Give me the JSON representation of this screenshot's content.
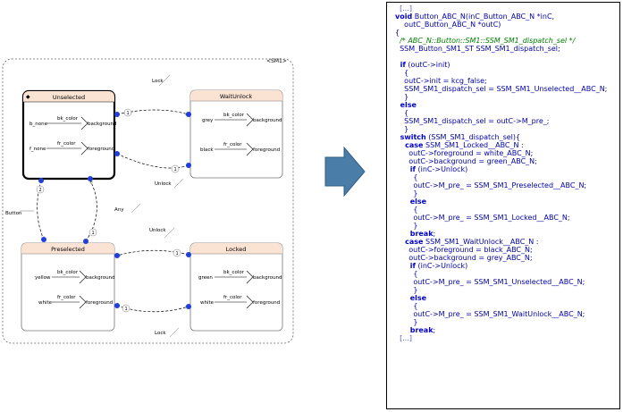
{
  "diagram": {
    "container_label": "<SM1>",
    "states": [
      {
        "name": "Unselected",
        "initial": true,
        "ports": [
          {
            "left": "b_none",
            "bus": "bk_color",
            "right": "background"
          },
          {
            "left": "f_none",
            "bus": "fr_color",
            "right": "foreground"
          }
        ]
      },
      {
        "name": "WaitUnlock",
        "ports": [
          {
            "left": "grey",
            "bus": "bk_color",
            "right": "background"
          },
          {
            "left": "black",
            "bus": "fr_color",
            "right": "foreground"
          }
        ]
      },
      {
        "name": "Preselected",
        "ports": [
          {
            "left": "yellow",
            "bus": "bk_color",
            "right": "background"
          },
          {
            "left": "white",
            "bus": "fr_color",
            "right": "foreground"
          }
        ]
      },
      {
        "name": "Locked",
        "ports": [
          {
            "left": "green",
            "bus": "bk_color",
            "right": "background"
          },
          {
            "left": "white",
            "bus": "fr_color",
            "right": "foreground"
          }
        ]
      }
    ],
    "transitions": [
      {
        "label": "Lock",
        "priority": "1"
      },
      {
        "label": "Unlock",
        "priority": "1"
      },
      {
        "label": "Button",
        "priority": "2"
      },
      {
        "label": "Any",
        "priority": "1"
      },
      {
        "label": "Unlock",
        "priority": "1"
      },
      {
        "label": "Lock",
        "priority": "1"
      }
    ]
  },
  "code_lines": [
    {
      "cls": "dim",
      "text": "  [...]"
    },
    {
      "cls": "",
      "kw": "void",
      "text": " Button_ABC_N(inC_Button_ABC_N *inC,"
    },
    {
      "cls": "",
      "text": "    outC_Button_ABC_N *outC)"
    },
    {
      "cls": "",
      "text": "{"
    },
    {
      "cls": "cm",
      "text": "  /* ABC_N::Button::SM1::SSM_SM1_dispatch_sel */"
    },
    {
      "cls": "",
      "text": "  SSM_Button_SM1_ST SSM_SM1_dispatch_sel;"
    },
    {
      "cls": "",
      "text": ""
    },
    {
      "cls": "",
      "kw": "  if",
      "text": " (outC->init)"
    },
    {
      "cls": "",
      "text": "    {"
    },
    {
      "cls": "",
      "text": "    outC->init = kcg_false;"
    },
    {
      "cls": "",
      "text": "    SSM_SM1_dispatch_sel = SSM_SM1_Unselected__ABC_N;"
    },
    {
      "cls": "",
      "text": "    }"
    },
    {
      "cls": "",
      "kw": "  else",
      "text": ""
    },
    {
      "cls": "",
      "text": "    {"
    },
    {
      "cls": "",
      "text": "    SSM_SM1_dispatch_sel = outC->M_pre_;"
    },
    {
      "cls": "",
      "text": "    }"
    },
    {
      "cls": "",
      "kw": "  switch",
      "text": " (SSM_SM1_dispatch_sel){"
    },
    {
      "cls": "",
      "kw": "    case",
      "text": " SSM_SM1_Locked__ABC_N :"
    },
    {
      "cls": "",
      "text": "      outC->foreground = white_ABC_N;"
    },
    {
      "cls": "",
      "text": "      outC->background = green_ABC_N;"
    },
    {
      "cls": "",
      "kw": "      if",
      "text": " (inC->Unlock)"
    },
    {
      "cls": "",
      "text": "        {"
    },
    {
      "cls": "",
      "text": "        outC->M_pre_ = SSM_SM1_Preselected__ABC_N;"
    },
    {
      "cls": "",
      "text": "        }"
    },
    {
      "cls": "",
      "kw": "      else",
      "text": ""
    },
    {
      "cls": "",
      "text": "        {"
    },
    {
      "cls": "",
      "text": "        outC->M_pre_ = SSM_SM1_Locked__ABC_N;"
    },
    {
      "cls": "",
      "text": "        }"
    },
    {
      "cls": "",
      "kw": "      break",
      "text": ";"
    },
    {
      "cls": "",
      "kw": "    case",
      "text": " SSM_SM1_WaitUnlock__ABC_N :"
    },
    {
      "cls": "",
      "text": "      outC->foreground = black_ABC_N;"
    },
    {
      "cls": "",
      "text": "      outC->background = grey_ABC_N;"
    },
    {
      "cls": "",
      "kw": "      if",
      "text": " (inC->Unlock)"
    },
    {
      "cls": "",
      "text": "        {"
    },
    {
      "cls": "",
      "text": "        outC->M_pre_ = SSM_SM1_Unselected__ABC_N;"
    },
    {
      "cls": "",
      "text": "        }"
    },
    {
      "cls": "",
      "kw": "      else",
      "text": ""
    },
    {
      "cls": "",
      "text": "        {"
    },
    {
      "cls": "",
      "text": "        outC->M_pre_ = SSM_SM1_WaitUnlock__ABC_N;"
    },
    {
      "cls": "",
      "text": "        }"
    },
    {
      "cls": "",
      "kw": "      break",
      "text": ";"
    },
    {
      "cls": "dim",
      "text": "  [...]"
    }
  ],
  "colors": {
    "state_header": "#fbe3d4",
    "transition_dot": "#1f3fd9",
    "arrow_fill": "#4a7ea8",
    "code_text": "#0000a8",
    "comment": "#008000"
  }
}
